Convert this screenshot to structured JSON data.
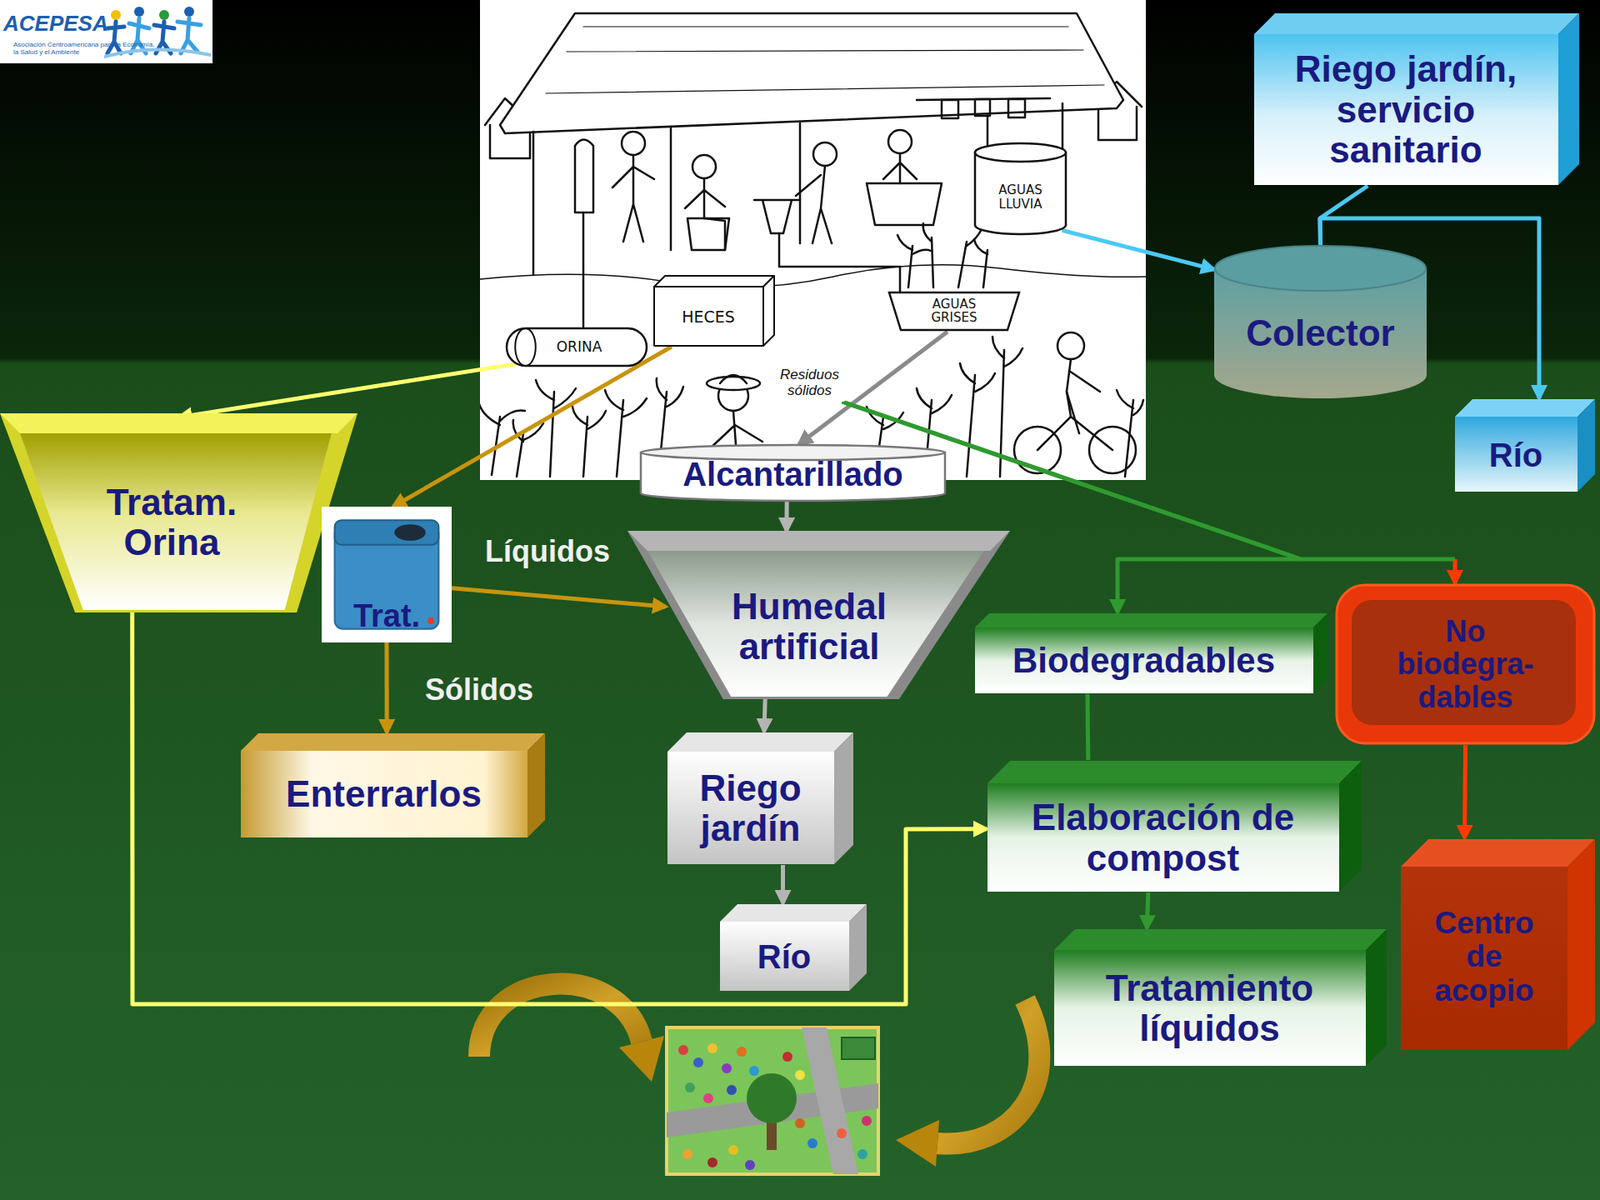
{
  "diagram": {
    "nodes": [
      {
        "text": [
          "Riego jardín, servicio sanitario"
        ]
      },
      {
        "text": [
          "AGUAS LLUVIA"
        ]
      },
      {
        "text": [
          "Colector"
        ]
      },
      {
        "text": [
          "HECES"
        ]
      },
      {
        "text": [
          "AGUAS GRISES"
        ]
      },
      {
        "text": [
          "ORINA"
        ]
      },
      {
        "text": [
          "Residuos sólidos"
        ]
      },
      {
        "text": [
          "Río"
        ]
      },
      {
        "text": [
          "Alcantarillado"
        ]
      },
      {
        "text": [
          "Tratam. Orina"
        ]
      },
      {
        "text": [
          "Trat."
        ]
      },
      {
        "text": [
          "Humedal artificial"
        ]
      },
      {
        "text": [
          "Biodegradables"
        ]
      },
      {
        "text": [
          "No biodegra- dables"
        ]
      },
      {
        "text": [
          "Enterrarlos"
        ]
      },
      {
        "text": [
          "Riego jardín"
        ]
      },
      {
        "text": [
          "Elaboración de compost"
        ]
      },
      {
        "text": [
          "Centro de acopio"
        ]
      },
      {
        "text": [
          "Río"
        ]
      },
      {
        "text": [
          "Tratamiento líquidos"
        ]
      }
    ],
    "edges": [
      {
        "from": 5,
        "to": 9,
        "arrow": "to"
      },
      {
        "from": 3,
        "to": 10,
        "arrow": "to"
      },
      {
        "from": 4,
        "to": 8,
        "arrow": "to"
      },
      {
        "from": 6,
        "to": 12,
        "arrow": "to"
      },
      {
        "from": 6,
        "to": 13,
        "arrow": "to"
      },
      {
        "from": 1,
        "to": 2,
        "arrow": "to"
      },
      {
        "from": 2,
        "to": 0,
        "arrow": "none"
      },
      {
        "from": 2,
        "to": 7,
        "arrow": "to"
      },
      {
        "from": 10,
        "to": 11,
        "label": "Líquidos",
        "arrow": "to"
      },
      {
        "from": 10,
        "to": 14,
        "label": "Sólidos",
        "arrow": "to"
      },
      {
        "from": 8,
        "to": 11,
        "arrow": "to"
      },
      {
        "from": 11,
        "to": 15,
        "arrow": "to"
      },
      {
        "from": 15,
        "to": 18,
        "arrow": "to"
      },
      {
        "from": 9,
        "to": 16,
        "arrow": "to"
      },
      {
        "from": 12,
        "to": 16,
        "arrow": "none"
      },
      {
        "from": 13,
        "to": 17,
        "arrow": "to"
      },
      {
        "from": 16,
        "to": 19,
        "arrow": "to"
      }
    ],
    "labels": [
      "ACEPESA",
      "Asociación Centroamericana para la Economía, la Salud y el Ambiente"
    ]
  }
}
